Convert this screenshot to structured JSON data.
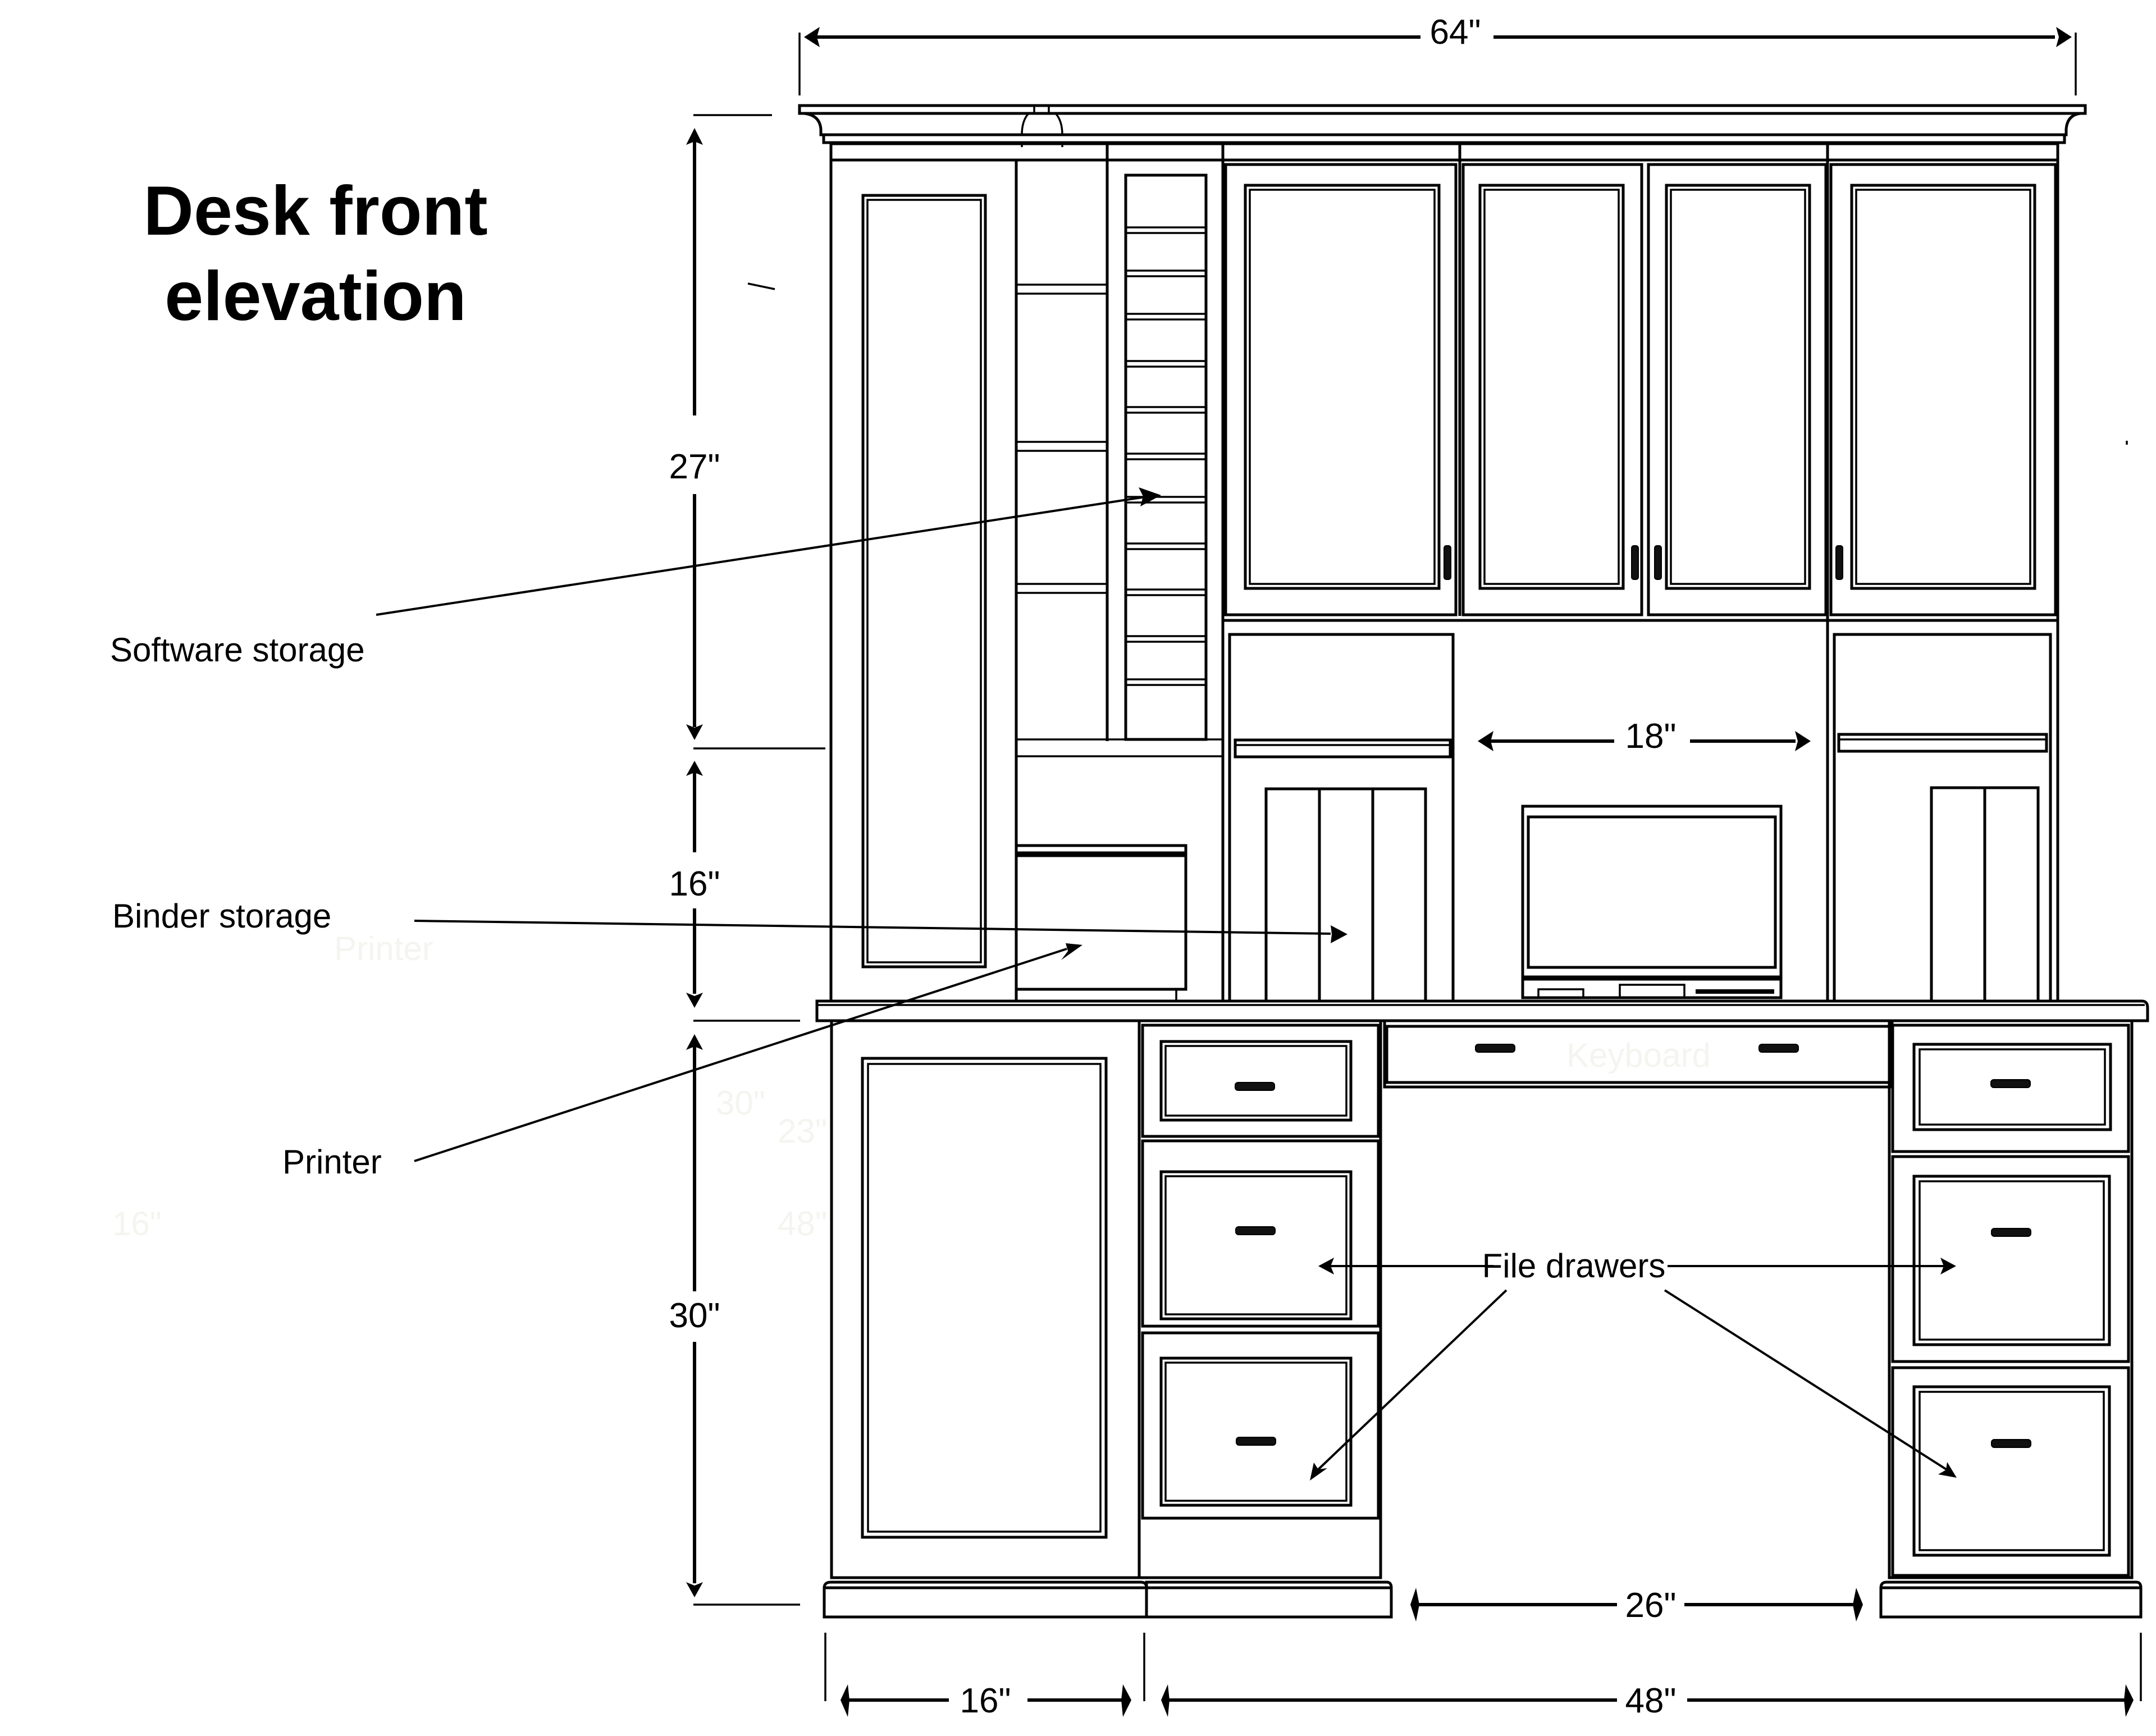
{
  "title": {
    "line1": "Desk front",
    "line2": "elevation"
  },
  "labels": {
    "software_storage": "Software storage",
    "binder_storage": "Binder storage",
    "printer": "Printer",
    "file_drawers": "File drawers"
  },
  "dimensions": {
    "overall_width": "64\"",
    "hutch_upper_height": "27\"",
    "hutch_lower_height": "16\"",
    "desk_height": "30\"",
    "monitor_opening_width": "18\"",
    "kneehole_width": "26\"",
    "left_cabinet_width": "16\"",
    "desk_width": "48\""
  },
  "ghost_text": {
    "printer_faint": "Printer",
    "keyboard_faint": "Keyboard",
    "dim_30_faint": "30\"",
    "dim_23_faint": "23\"",
    "dim_16_faint": "16\"",
    "dim_48_faint": "48\""
  },
  "colors": {
    "line": "#000000",
    "background": "#ffffff"
  }
}
